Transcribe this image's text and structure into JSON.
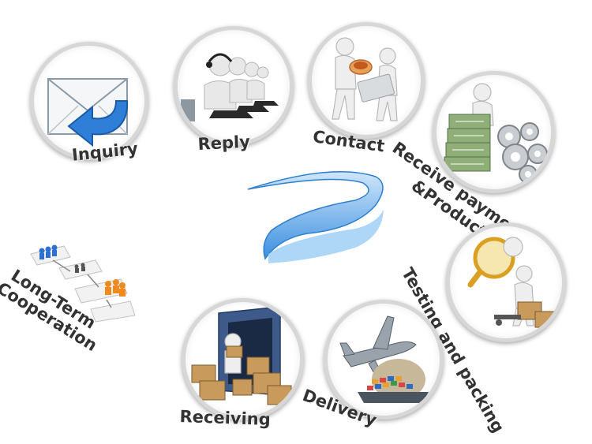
{
  "steps": [
    {
      "key": "inquiry",
      "label": "Inquiry",
      "icon": "envelope-arrow-icon"
    },
    {
      "key": "reply",
      "label": "Reply",
      "icon": "call-center-icon"
    },
    {
      "key": "contact",
      "label": "Contact",
      "icon": "handshake-figures-icon"
    },
    {
      "key": "payment",
      "label_line1": "Receive payment",
      "label_line2": "&Product",
      "icon": "money-gears-icon"
    },
    {
      "key": "testing",
      "label": "Testing and packing",
      "icon": "magnifier-figure-icon"
    },
    {
      "key": "delivery",
      "label": "Delivery",
      "icon": "airplane-ship-icon"
    },
    {
      "key": "receiving",
      "label": "Receiving",
      "icon": "container-boxes-icon"
    },
    {
      "key": "cooperation",
      "label_line1": "Long-Term",
      "label_line2": "Cooperation",
      "icon": "flowchart-people-icon"
    }
  ],
  "colors": {
    "label": "#333333",
    "ring": "#d7d7d7",
    "accent_blue": "#3b8fe0",
    "light_blue": "#a9d3f5",
    "orange": "#f08a1c",
    "money_green": "#7fa06a",
    "box_tan": "#c89a5c"
  }
}
